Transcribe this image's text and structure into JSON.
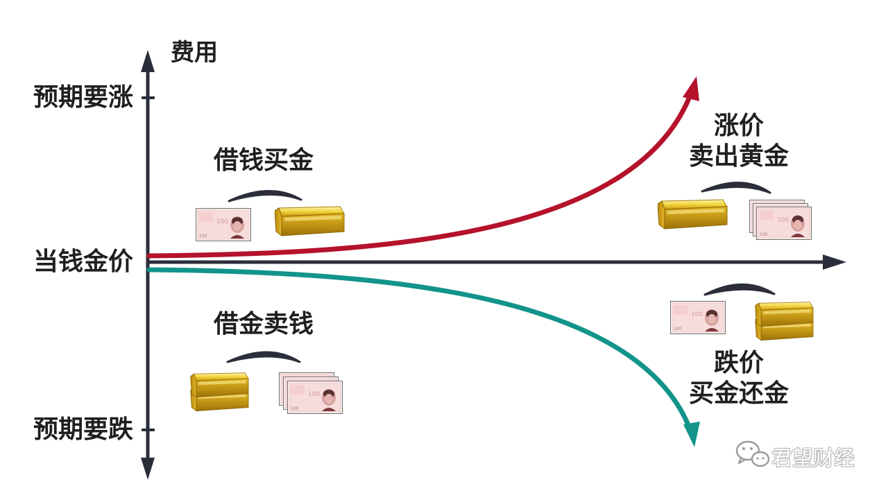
{
  "axis": {
    "y_title": "费用",
    "tick_up": "预期要涨",
    "tick_mid": "当钱金价",
    "tick_down": "预期要跌"
  },
  "scenarios": {
    "borrow_cash_buy_gold": "借钱买金",
    "borrow_gold_sell_cash": "借金卖钱",
    "rise_line1": "涨价",
    "rise_line2": "卖出黄金",
    "fall_line1": "跌价",
    "fall_line2": "买金还金"
  },
  "banknote_denomination": "100",
  "watermark": "君望财经",
  "colors": {
    "axis": "#2b2e3a",
    "rise_curve": "#b5122b",
    "fall_curve": "#12948a",
    "gold": "#e6c229",
    "swoosh": "#2b2e3a"
  }
}
